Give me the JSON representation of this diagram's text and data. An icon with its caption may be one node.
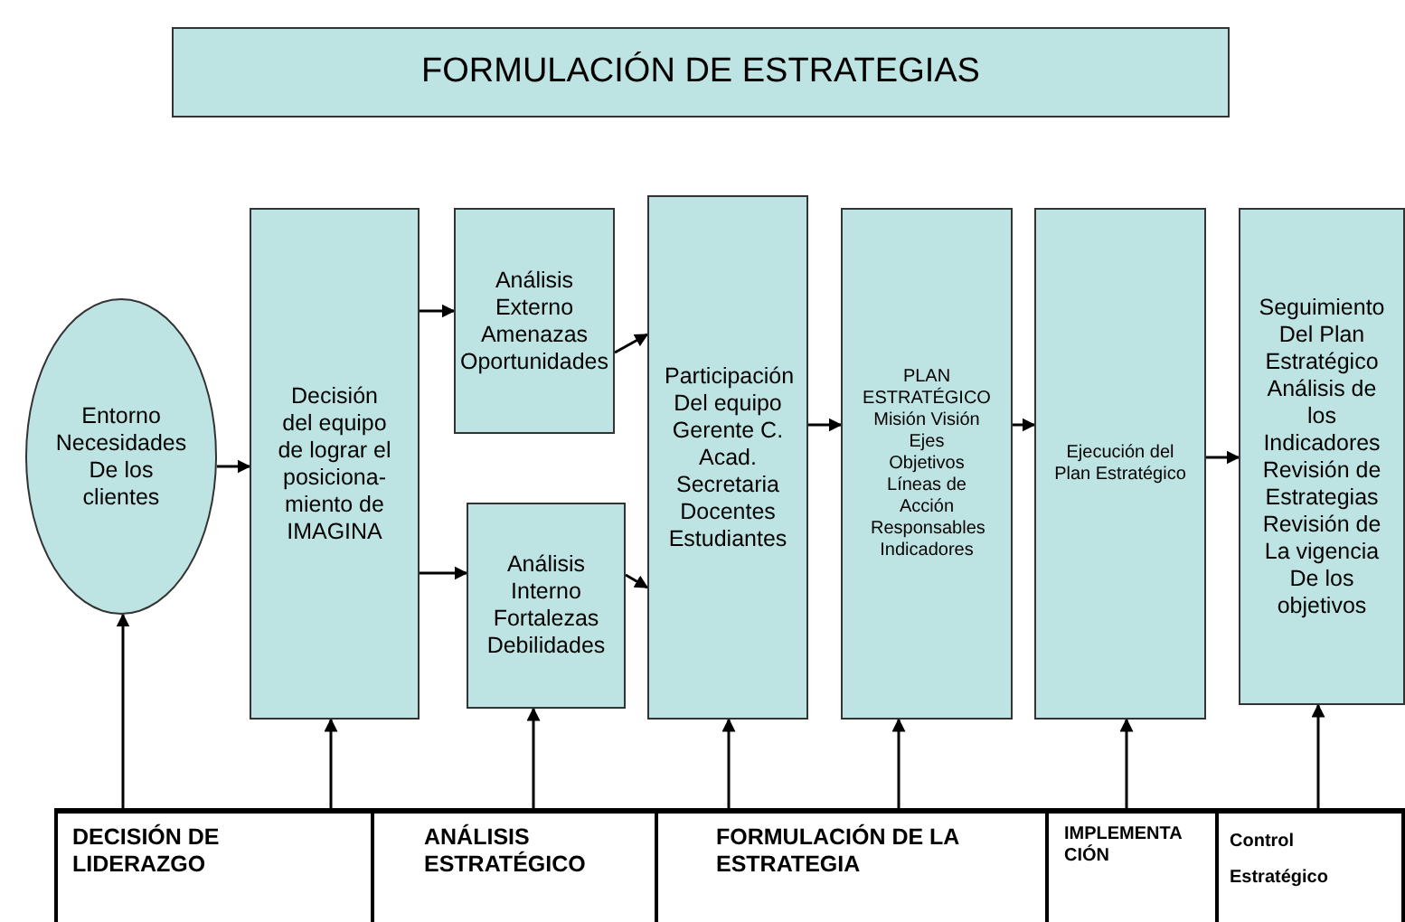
{
  "diagram": {
    "nodes": [
      {
        "text": [
          "FORMULACIÓN DE ESTRATEGIAS"
        ]
      },
      {
        "text": [
          "Entorno Necesidades De los clientes"
        ]
      },
      {
        "text": [
          "Decisión del equipo de lograr el posiciona- miento de IMAGINA"
        ]
      },
      {
        "text": [
          "Análisis Externo Amenazas Oportunidades"
        ]
      },
      {
        "text": [
          "Análisis Interno Fortalezas Debilidades"
        ]
      },
      {
        "text": [
          "Participación Del equipo Gerente C. Acad. Secretaria Docentes Estudiantes"
        ]
      },
      {
        "text": [
          "PLAN ESTRATÉGICO",
          "Misión Visión Ejes Objetivos Líneas de Acción Responsables Indicadores"
        ]
      },
      {
        "text": [
          "Ejecución del Plan Estratégico"
        ]
      },
      {
        "text": [
          "Seguimiento Del Plan Estratégico Análisis de los Indicadores Revisión de Estrategias Revisión de La vigencia De los objetivos"
        ]
      },
      {
        "text": [
          "DECISIÓN DE LIDERAZGO"
        ]
      },
      {
        "text": [
          "ANÁLISIS ESTRATÉGICO"
        ]
      },
      {
        "text": [
          "FORMULACIÓN DE LA ESTRATEGIA"
        ]
      },
      {
        "text": [
          "IMPLEMENTA CIÓN"
        ]
      },
      {
        "text": [
          "Control Estratégico"
        ]
      }
    ],
    "edges": [
      {
        "from": 1,
        "to": 2,
        "arrow": "to"
      },
      {
        "from": 2,
        "to": 3,
        "arrow": "to"
      },
      {
        "from": 2,
        "to": 4,
        "arrow": "to"
      },
      {
        "from": 3,
        "to": 5,
        "arrow": "to"
      },
      {
        "from": 4,
        "to": 5,
        "arrow": "to"
      },
      {
        "from": 5,
        "to": 6,
        "arrow": "to"
      },
      {
        "from": 6,
        "to": 7,
        "arrow": "to"
      },
      {
        "from": 7,
        "to": 8,
        "arrow": "to"
      },
      {
        "from": 9,
        "to": 1,
        "arrow": "to"
      },
      {
        "from": 9,
        "to": 2,
        "arrow": "to"
      },
      {
        "from": 10,
        "to": 4,
        "arrow": "to"
      },
      {
        "from": 11,
        "to": 5,
        "arrow": "to"
      },
      {
        "from": 11,
        "to": 6,
        "arrow": "to"
      },
      {
        "from": 12,
        "to": 7,
        "arrow": "to"
      },
      {
        "from": 13,
        "to": 8,
        "arrow": "to"
      }
    ]
  }
}
